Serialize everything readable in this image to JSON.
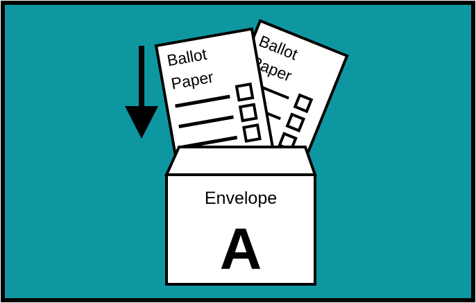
{
  "colors": {
    "background": "#0E97A1",
    "frame": "#000000",
    "paper": "#ffffff",
    "ink": "#000000"
  },
  "ballot_back": {
    "line1": "Ballot",
    "line2": "Paper"
  },
  "ballot_front": {
    "line1": "Ballot",
    "line2": "Paper"
  },
  "envelope": {
    "label": "Envelope",
    "letter": "A"
  },
  "icons": {
    "arrow": "down-arrow-icon",
    "checkbox": "checkbox-icon"
  }
}
